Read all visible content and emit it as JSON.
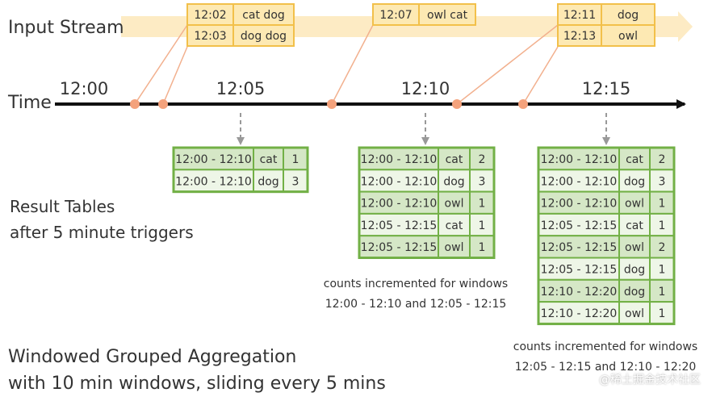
{
  "labels": {
    "input_stream": "Input Stream",
    "time": "Time",
    "result_tables_line1": "Result Tables",
    "result_tables_line2": "after 5 minute triggers",
    "footer_line1": "Windowed Grouped Aggregation",
    "footer_line2": "with 10 min windows, sliding every 5 mins",
    "note_1_line1": "counts incremented for windows",
    "note_1_line2": "12:00 - 12:10 and 12:05 - 12:15",
    "note_2_line1": "counts incremented for windows",
    "note_2_line2": "12:05 - 12:15 and 12:10 - 12:20",
    "watermark": "@稀土掘金技术社区"
  },
  "time_ticks": [
    "12:00",
    "12:05",
    "12:10",
    "12:15"
  ],
  "input_batches": [
    [
      {
        "time": "12:02",
        "words": "cat dog"
      },
      {
        "time": "12:03",
        "words": "dog dog"
      }
    ],
    [
      {
        "time": "12:07",
        "words": "owl cat"
      }
    ],
    [
      {
        "time": "12:11",
        "words": "dog"
      },
      {
        "time": "12:13",
        "words": "owl"
      }
    ]
  ],
  "result_tables": [
    [
      {
        "window": "12:00 - 12:10",
        "word": "cat",
        "count": "1"
      },
      {
        "window": "12:00 - 12:10",
        "word": "dog",
        "count": "3"
      }
    ],
    [
      {
        "window": "12:00 - 12:10",
        "word": "cat",
        "count": "2"
      },
      {
        "window": "12:00 - 12:10",
        "word": "dog",
        "count": "3"
      },
      {
        "window": "12:00 - 12:10",
        "word": "owl",
        "count": "1"
      },
      {
        "window": "12:05 - 12:15",
        "word": "cat",
        "count": "1"
      },
      {
        "window": "12:05 - 12:15",
        "word": "owl",
        "count": "1"
      }
    ],
    [
      {
        "window": "12:00 - 12:10",
        "word": "cat",
        "count": "2"
      },
      {
        "window": "12:00 - 12:10",
        "word": "dog",
        "count": "3"
      },
      {
        "window": "12:00 - 12:10",
        "word": "owl",
        "count": "1"
      },
      {
        "window": "12:05 - 12:15",
        "word": "cat",
        "count": "1"
      },
      {
        "window": "12:05 - 12:15",
        "word": "owl",
        "count": "2"
      },
      {
        "window": "12:05 - 12:15",
        "word": "dog",
        "count": "1"
      },
      {
        "window": "12:10 - 12:20",
        "word": "dog",
        "count": "1"
      },
      {
        "window": "12:10 - 12:20",
        "word": "owl",
        "count": "1"
      }
    ]
  ],
  "colors": {
    "stream_band": "#fdebc4",
    "input_box_fill": "#fde9b3",
    "input_box_border": "#f2c04a",
    "connector": "#f2b08e",
    "event_dot": "#f4a27c",
    "axis": "#111111",
    "dashed_arrow": "#999999",
    "table_border": "#72b046",
    "table_row_even": "#d5e7c6",
    "table_row_odd": "#eef6e7",
    "text": "#333333"
  }
}
